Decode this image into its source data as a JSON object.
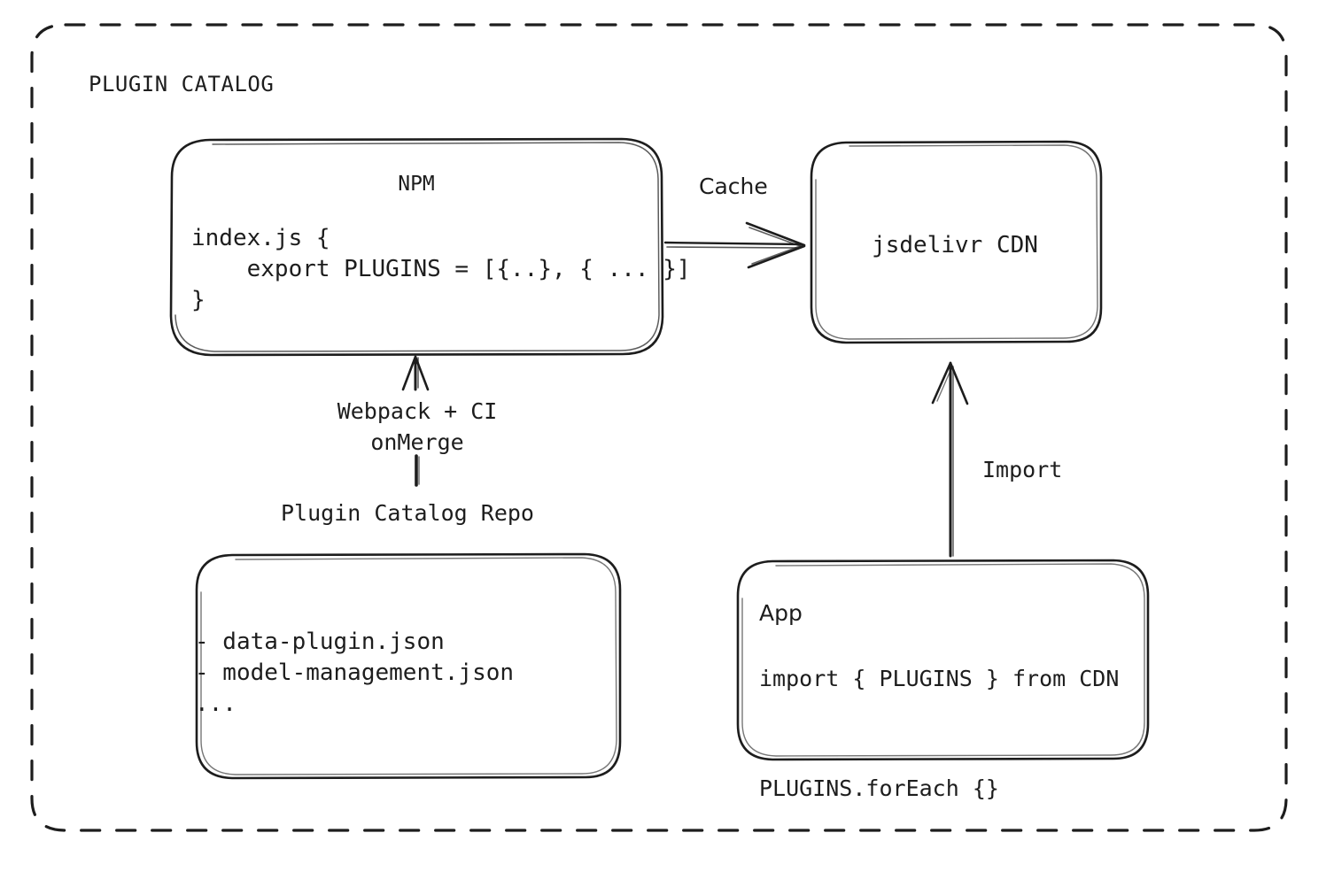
{
  "diagram": {
    "title": "PLUGIN CATALOG",
    "background": "#ffffff",
    "stroke_color": "#1d1d1d",
    "text_color": "#1d1d1d"
  },
  "nodes": {
    "npm": {
      "title": "NPM",
      "code": "index.js {\n    export PLUGINS = [{..}, { ... }]\n}"
    },
    "cdn": {
      "title": "jsdelivr CDN"
    },
    "repo": {
      "caption": "Plugin Catalog Repo",
      "list": "- data-plugin.json\n- model-management.json\n..."
    },
    "app": {
      "title": "App",
      "code": "import { PLUGINS } from CDN\n\nPLUGINS.forEach {}"
    }
  },
  "edges": {
    "cache": {
      "label": "Cache",
      "from": "npm",
      "to": "cdn"
    },
    "build": {
      "label": "Webpack + CI\nonMerge",
      "from": "repo",
      "to": "npm"
    },
    "import": {
      "label": "Import",
      "from": "app",
      "to": "cdn"
    }
  }
}
